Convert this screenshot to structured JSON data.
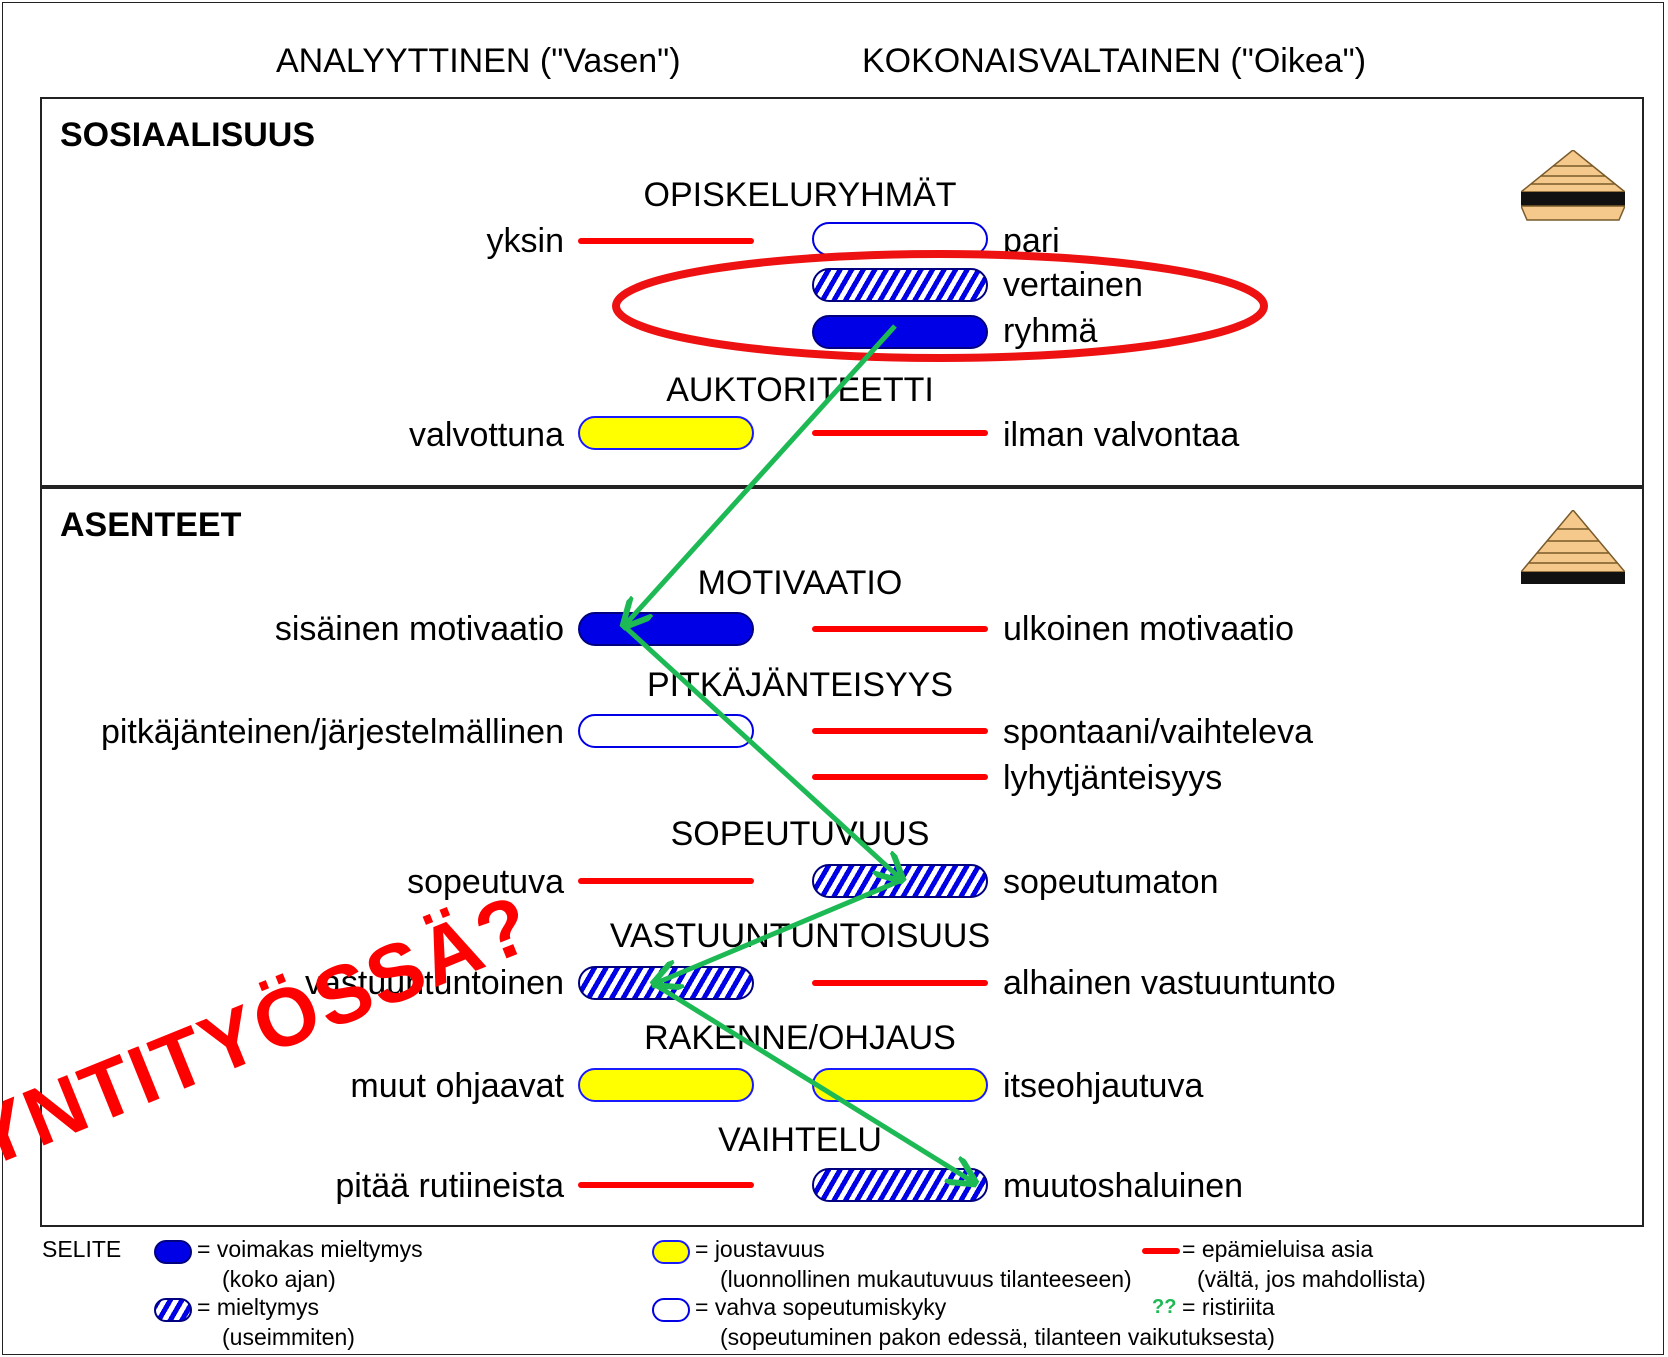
{
  "header": {
    "left_column": "ANALYYTTINEN (\"Vasen\")",
    "right_column": "KOKONAISVALTAINEN (\"Oikea\")"
  },
  "sections": [
    {
      "title": "SOSIAALISUUS",
      "factors": [
        {
          "name": "OPISKELURYHMÄT",
          "left": "yksin",
          "left_bar": "avoid",
          "rights": [
            {
              "label": "pari",
              "bar": "adapt"
            },
            {
              "label": "vertainen",
              "bar": "pref"
            },
            {
              "label": "ryhmä",
              "bar": "strong"
            }
          ]
        },
        {
          "name": "AUKTORITEETTI",
          "left": "valvottuna",
          "left_bar": "flex",
          "rights": [
            {
              "label": "ilman valvontaa",
              "bar": "avoid"
            }
          ]
        }
      ]
    },
    {
      "title": "ASENTEET",
      "factors": [
        {
          "name": "MOTIVAATIO",
          "left": "sisäinen motivaatio",
          "left_bar": "strong",
          "rights": [
            {
              "label": "ulkoinen motivaatio",
              "bar": "avoid"
            }
          ]
        },
        {
          "name": "PITKÄJÄNTEISYYS",
          "left": "pitkäjänteinen/järjestelmällinen",
          "left_bar": "adapt",
          "rights": [
            {
              "label": "spontaani/vaihteleva",
              "bar": "avoid"
            },
            {
              "label": "lyhytjänteisyys",
              "bar": "avoid"
            }
          ]
        },
        {
          "name": "SOPEUTUVUUS",
          "left": "sopeutuva",
          "left_bar": "avoid",
          "rights": [
            {
              "label": "sopeutumaton",
              "bar": "pref"
            }
          ]
        },
        {
          "name": "VASTUUNTUNTOISUUS",
          "left": "vastuuntuntoinen",
          "left_bar": "pref",
          "rights": [
            {
              "label": "alhainen vastuuntunto",
              "bar": "avoid"
            }
          ]
        },
        {
          "name": "RAKENNE/OHJAUS",
          "left": "muut ohjaavat",
          "left_bar": "flex",
          "rights": [
            {
              "label": "itseohjautuva",
              "bar": "flex"
            }
          ]
        },
        {
          "name": "VAIHTELU",
          "left": "pitää rutiineista",
          "left_bar": "avoid",
          "rights": [
            {
              "label": "muutoshaluinen",
              "bar": "pref"
            }
          ]
        }
      ]
    }
  ],
  "legend": {
    "title": "SELITE",
    "items": [
      {
        "symbol": "strong",
        "line1": "= voimakas mieltymys",
        "line2": "(koko ajan)"
      },
      {
        "symbol": "pref",
        "line1": "= mieltymys",
        "line2": "(useimmiten)"
      },
      {
        "symbol": "flex",
        "line1": "= joustavuus",
        "line2": "(luonnollinen mukautuvuus tilanteeseen)"
      },
      {
        "symbol": "adapt",
        "line1": "= vahva sopeutumiskyky",
        "line2": "(sopeutuminen pakon edessä, tilanteen vaikutuksesta)"
      },
      {
        "symbol": "avoid",
        "line1": "= epämieluisa asia",
        "line2": "(vältä, jos mahdollista)"
      },
      {
        "symbol": "conflict",
        "glyph": "??",
        "line1": "= ristiriita"
      }
    ]
  },
  "annotations": {
    "stamp_text": "YNTITYÖSSÄ?",
    "stamp_color": "#ff0000",
    "arrow_color": "#1db954",
    "ellipse_color": "#ee1111"
  },
  "colors": {
    "strong_blue": "#0000e6",
    "flex_yellow": "#ffff00",
    "avoid_red": "#ff0000"
  }
}
